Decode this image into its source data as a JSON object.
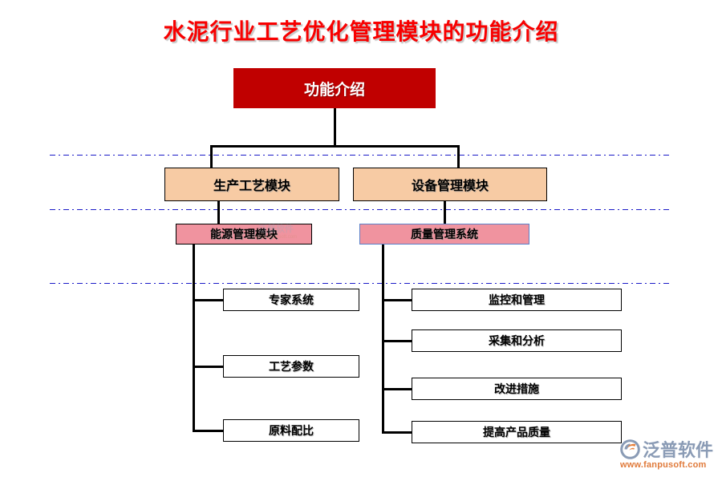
{
  "page": {
    "title": "水泥行业工艺优化管理模块的功能介绍",
    "title_color": "#F80000",
    "background": "#FFFFFF"
  },
  "colors": {
    "root_fill": "#C00000",
    "root_text": "#FFFFFF",
    "level2_fill": "#F7CBA4",
    "level3_fill": "#F0939F",
    "level3_blue_border": "#5B7FC7",
    "leaf_fill": "#FFFFFF",
    "connector": "#000000",
    "divider": "#1A1AC8"
  },
  "diagram": {
    "type": "org-chart",
    "root": {
      "label": "功能介绍"
    },
    "level2": [
      {
        "label": "生产工艺模块"
      },
      {
        "label": "设备管理模块"
      }
    ],
    "level3": [
      {
        "label": "能源管理模块",
        "border": "black"
      },
      {
        "label": "质量管理系统",
        "border": "blue"
      }
    ],
    "leaves_left": [
      {
        "label": "专家系统"
      },
      {
        "label": "工艺参数"
      },
      {
        "label": "原料配比"
      }
    ],
    "leaves_right": [
      {
        "label": "监控和管理"
      },
      {
        "label": "采集和分析"
      },
      {
        "label": "改进措施"
      },
      {
        "label": "提高产品质量"
      }
    ]
  },
  "watermark": {
    "text": "泛普软件",
    "url": "www.fanpusoft.com"
  },
  "logo": {
    "text": "泛普软件",
    "url": "www.fanpusoft.com"
  }
}
